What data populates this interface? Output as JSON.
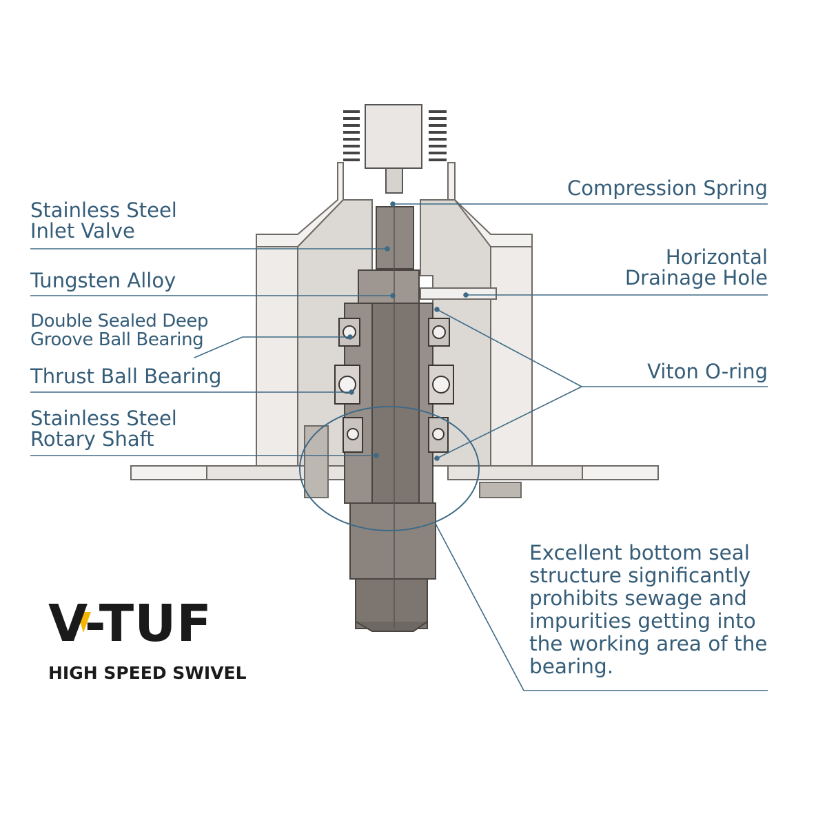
{
  "labels": {
    "inlet_valve": [
      "Stainless Steel",
      "Inlet Valve"
    ],
    "tungsten_alloy": "Tungsten Alloy",
    "ball_bearing": [
      "Double Sealed Deep",
      "Groove Ball Bearing"
    ],
    "thrust_bearing": "Thrust Ball Bearing",
    "rotary_shaft": [
      "Stainless Steel",
      "Rotary Shaft"
    ],
    "compression_spring": "Compression Spring",
    "drainage_hole": [
      "Horizontal",
      "Drainage Hole"
    ],
    "viton_oring": "Viton O-ring"
  },
  "note": [
    "Excellent bottom seal",
    "structure significantly",
    "prohibits sewage and",
    "impurities getting into",
    "the working area of the",
    "bearing."
  ],
  "brand": {
    "name": "V-TUF",
    "tagline": "HIGH SPEED SWIVEL",
    "accent_color": "#f2b705"
  },
  "colors": {
    "label_text": "#355d78",
    "leader_line": "#3e6a86",
    "metal_dark": "#8a837d",
    "metal_light": "#ece9e6"
  }
}
